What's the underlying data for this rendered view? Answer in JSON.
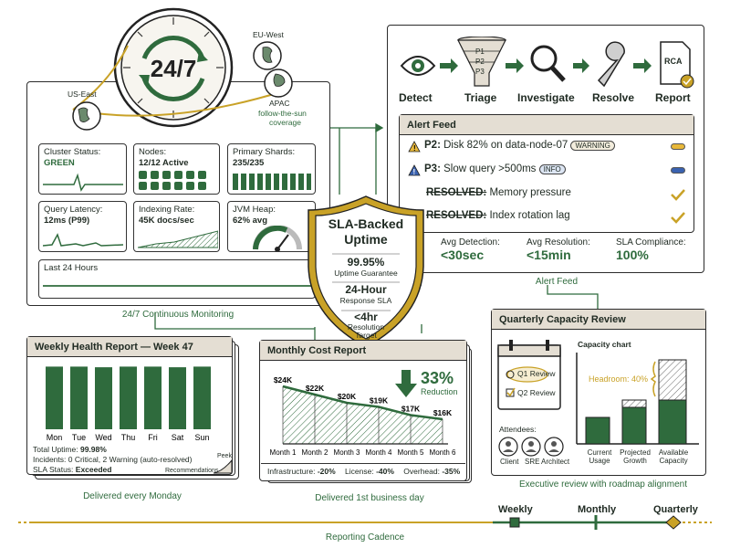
{
  "colors": {
    "green": "#2f6b3d",
    "gold": "#c9a227",
    "header_bg": "#e4ded3",
    "warning": "#e8b83a",
    "info": "#3a62b0"
  },
  "monitoring": {
    "clock_label": "24/7",
    "regions": {
      "us_east": "US-East",
      "eu_west": "EU-West",
      "apac": "APAC"
    },
    "follow_the_sun": [
      "follow-the-sun",
      "coverage"
    ],
    "tiles": {
      "cluster": {
        "label": "Cluster Status:",
        "value": "GREEN"
      },
      "nodes": {
        "label": "Nodes:",
        "value": "12/12 Active"
      },
      "shards": {
        "label": "Primary Shards:",
        "value": "235/235"
      },
      "latency": {
        "label": "Query Latency:",
        "value": "12ms (P99)"
      },
      "indexing": {
        "label": "Indexing Rate:",
        "value": "45K docs/sec"
      },
      "heap": {
        "label": "JVM Heap:",
        "value": "62% avg"
      }
    },
    "last24": "Last 24 Hours",
    "caption": "24/7 Continuous Monitoring"
  },
  "workflow": {
    "steps": [
      "Detect",
      "Triage",
      "Investigate",
      "Resolve",
      "Report"
    ],
    "funnel_labels": [
      "P1",
      "P2",
      "P3"
    ],
    "rca_label": "RCA"
  },
  "alert_feed": {
    "title": "Alert Feed",
    "items": [
      {
        "prefix": "P2:",
        "text": " Disk 82% on data-node-07",
        "badge": "WARNING"
      },
      {
        "prefix": "P3:",
        "text": " Slow query >500ms",
        "badge": "INFO"
      },
      {
        "prefix": "RESOLVED:",
        "text": " Memory pressure"
      },
      {
        "prefix": "RESOLVED:",
        "text": " Index rotation lag"
      }
    ],
    "metrics": [
      {
        "label": "Avg Detection:",
        "value": "<30sec"
      },
      {
        "label": "Avg Resolution:",
        "value": "<15min"
      },
      {
        "label": "SLA Compliance:",
        "value": "100%"
      }
    ],
    "caption": "Alert Feed"
  },
  "sla": {
    "title": [
      "SLA-Backed",
      "Uptime"
    ],
    "uptime": {
      "value": "99.95%",
      "label": "Uptime Guarantee"
    },
    "response": {
      "value": "24-Hour",
      "label": "Response SLA"
    },
    "resolution": {
      "value": "<4hr",
      "label": [
        "Resolution",
        "Target"
      ]
    }
  },
  "weekly": {
    "title": "Weekly Health Report — Week 47",
    "days": [
      "Mon",
      "Tue",
      "Wed",
      "Thu",
      "Fri",
      "Sat",
      "Sun"
    ],
    "bar_levels": [
      0.98,
      0.98,
      0.97,
      0.98,
      0.98,
      0.97,
      0.98
    ],
    "uptime_label": "Total Uptime: ",
    "uptime_value": "99.98%",
    "incidents": "Incidents: 0 Critical, 2 Warning (auto-resolved)",
    "sla_label": "SLA Status: ",
    "sla_value": "Exceeded",
    "peek": "Peek",
    "recommendations": "Recommendations",
    "caption": "Delivered every Monday"
  },
  "cost": {
    "title": "Monthly Cost Report",
    "reduction_value": "33%",
    "reduction_label": "Reduction",
    "months": [
      "Month 1",
      "Month 2",
      "Month 3",
      "Month 4",
      "Month 5",
      "Month 6"
    ],
    "values": [
      24,
      22,
      20,
      19,
      17,
      16
    ],
    "value_labels": [
      "$24K",
      "$22K",
      "$20K",
      "$19K",
      "$17K",
      "$16K"
    ],
    "breakdown": [
      {
        "label": "Infrastructure: ",
        "value": "-20%"
      },
      {
        "label": "License: ",
        "value": "-40%"
      },
      {
        "label": "Overhead: ",
        "value": "-35%"
      }
    ],
    "caption": "Delivered 1st business day"
  },
  "capacity": {
    "title": "Quarterly Capacity Review",
    "q1": "Q1 Review",
    "q2": "Q2 Review",
    "chart_title": "Capacity chart",
    "headroom": "Headroom: 40%",
    "attendees_label": "Attendees:",
    "attendees": [
      "Client",
      "SRE",
      "Architect"
    ],
    "bars": [
      {
        "label": [
          "Current",
          "Usage"
        ]
      },
      {
        "label": [
          "Projected",
          "Growth"
        ]
      },
      {
        "label": [
          "Available",
          "Capacity"
        ]
      }
    ],
    "caption": "Executive review with roadmap alignment"
  },
  "cadence": {
    "labels": [
      "Weekly",
      "Monthly",
      "Quarterly"
    ],
    "caption": "Reporting Cadence"
  }
}
